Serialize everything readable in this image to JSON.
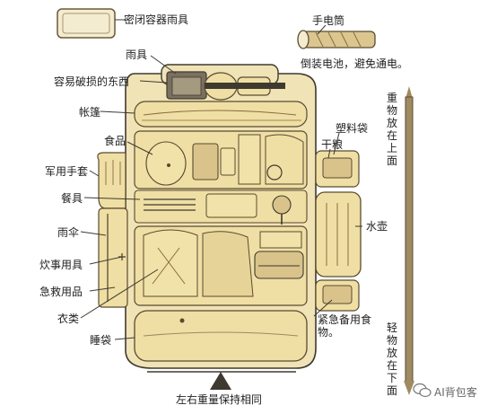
{
  "labels": {
    "container_lid": "密闭容器雨具",
    "flashlight": "手电筒",
    "battery_note": "倒装电池，避免通电。",
    "rain_gear": "雨具",
    "fragile": "容易破损的东西",
    "tent": "帐篷",
    "food": "食品",
    "dry_food": "干粮",
    "plastic_bag": "塑料袋",
    "gloves": "军用手套",
    "utensils": "餐具",
    "umbrella": "雨伞",
    "kettle": "水壶",
    "cooking": "炊事用具",
    "first_aid": "急救用品",
    "clothes": "衣类",
    "emergency_food": "紧急备用食物。",
    "sleeping_bag": "睡袋",
    "balance": "左右重量保持相同",
    "heavy_top": "重物放在上面",
    "light_bottom": "轻物放在下面"
  },
  "watermark": "AI背包客",
  "colors": {
    "canvas": "#f0e3b6",
    "item": "#efdfa4",
    "ink": "#6a5a3a",
    "brown": "#8a6c3e",
    "dark": "#3f3a30",
    "bar": "#a08a60"
  },
  "icons": {
    "heavy_arrow": "arrow-up-icon",
    "light_arrow": "arrow-down-icon"
  }
}
